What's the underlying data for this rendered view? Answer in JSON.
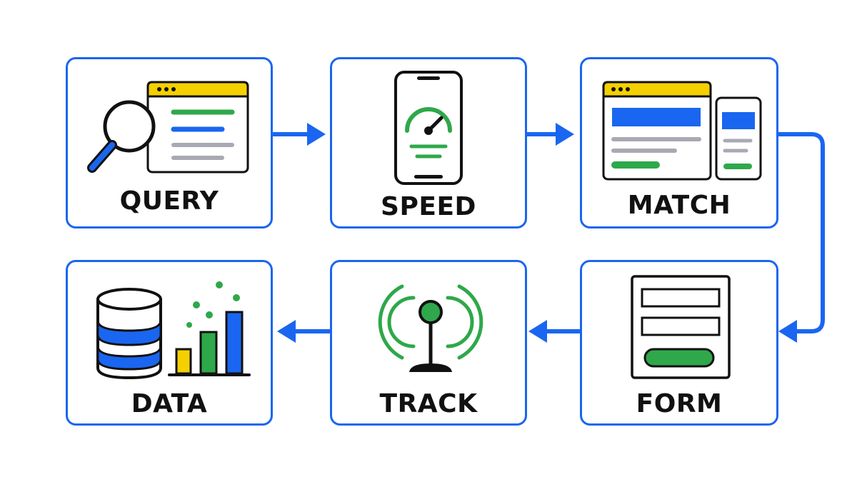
{
  "steps": [
    {
      "id": "query",
      "label": "QUERY",
      "icon": "search-results-icon"
    },
    {
      "id": "speed",
      "label": "SPEED",
      "icon": "phone-speedometer-icon"
    },
    {
      "id": "match",
      "label": "MATCH",
      "icon": "responsive-layout-icon"
    },
    {
      "id": "form",
      "label": "FORM",
      "icon": "form-icon"
    },
    {
      "id": "track",
      "label": "TRACK",
      "icon": "signal-tower-icon"
    },
    {
      "id": "data",
      "label": "DATA",
      "icon": "database-chart-icon"
    }
  ],
  "colors": {
    "accent": "#1a66f0",
    "green": "#2ea84a",
    "yellow": "#f5d000",
    "gray": "#a9a9b3",
    "ink": "#111111"
  }
}
